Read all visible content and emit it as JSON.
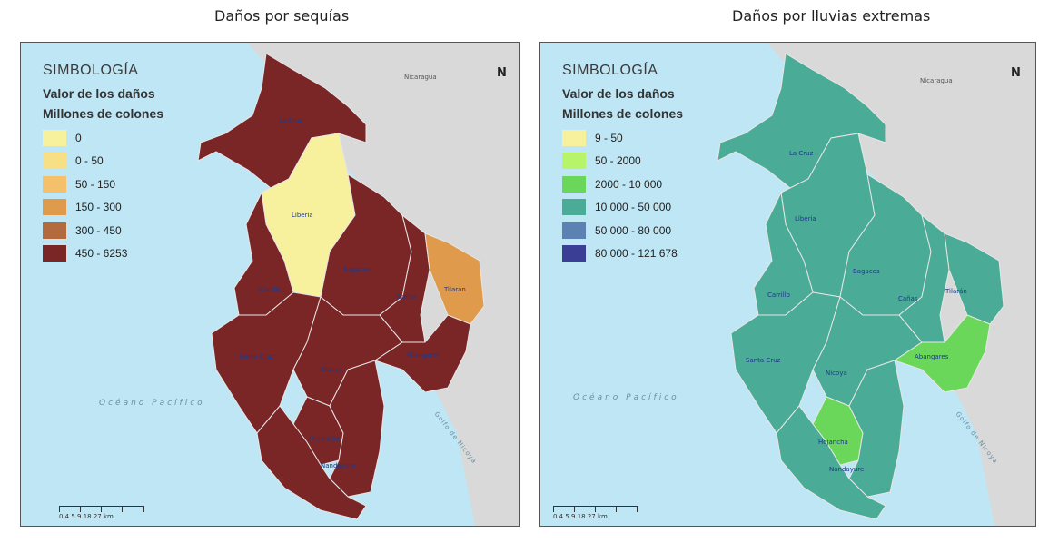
{
  "titles": {
    "left": "Daños por sequías",
    "right": "Daños por lluvias extremas"
  },
  "legend": {
    "heading": "SIMBOLOGÍA",
    "subheading1": "Valor de los daños",
    "subheading2": "Millones de colones"
  },
  "left_legend": [
    {
      "label": "0",
      "color": "#f7f09c"
    },
    {
      "label": "0 - 50",
      "color": "#f7df86"
    },
    {
      "label": "50 - 150",
      "color": "#f4c06a"
    },
    {
      "label": "150 - 300",
      "color": "#df9a4c"
    },
    {
      "label": "300 - 450",
      "color": "#b36a3d"
    },
    {
      "label": "450 - 6253",
      "color": "#7a2526"
    }
  ],
  "right_legend": [
    {
      "label": "9 - 50",
      "color": "#f7f09c"
    },
    {
      "label": "50 - 2000",
      "color": "#b7f46a"
    },
    {
      "label": "2000 - 10 000",
      "color": "#6ad75a"
    },
    {
      "label": "10 000 - 50 000",
      "color": "#4aab96"
    },
    {
      "label": "50 000 - 80 000",
      "color": "#5c82b4"
    },
    {
      "label": "80 000 - 121 678",
      "color": "#3a3f95"
    }
  ],
  "map_labels": {
    "ocean": "Océano Pacífico",
    "gulf": "Golfo de Nicoya",
    "nicaragua": "Nicaragua",
    "north": "N",
    "scale_ticks": "0  4.5  9    18    27",
    "scale_unit": "km"
  },
  "cantons_left": {
    "la_cruz": "La Cruz",
    "liberia": "Liberia",
    "bagaces": "Bagaces",
    "carrillo": "Carrillo",
    "canas": "Cañas",
    "tilaran": "Tilarán",
    "santa_cruz": "Santa Cruz",
    "nicoya": "Nicoya",
    "abangares": "Abangares",
    "hojancha": "Hojancha",
    "nandayure": "Nandayure"
  },
  "cantons_right": {
    "la_cruz": "La Cruz",
    "liberia": "Liberia",
    "bagaces": "Bagaces",
    "carrillo": "Carrillo",
    "canas": "Cañas",
    "tilaran": "Tilarán",
    "santa_cruz": "Santa Cruz",
    "nicoya": "Nicoya",
    "abangares": "Abangares",
    "hojancha": "Hojancha",
    "nandayure": "Nandayure"
  },
  "region_colors": {
    "left": {
      "default": "#7a2526",
      "liberia": "#f7f09c",
      "tilaran": "#df9a4c"
    },
    "right": {
      "default": "#4aab96",
      "abangares": "#6ad75a",
      "hojancha": "#6ad75a"
    }
  },
  "colors": {
    "ocean": "#bfe6f5",
    "land_other": "#d9d9d9",
    "border": "#e6e6e6"
  }
}
